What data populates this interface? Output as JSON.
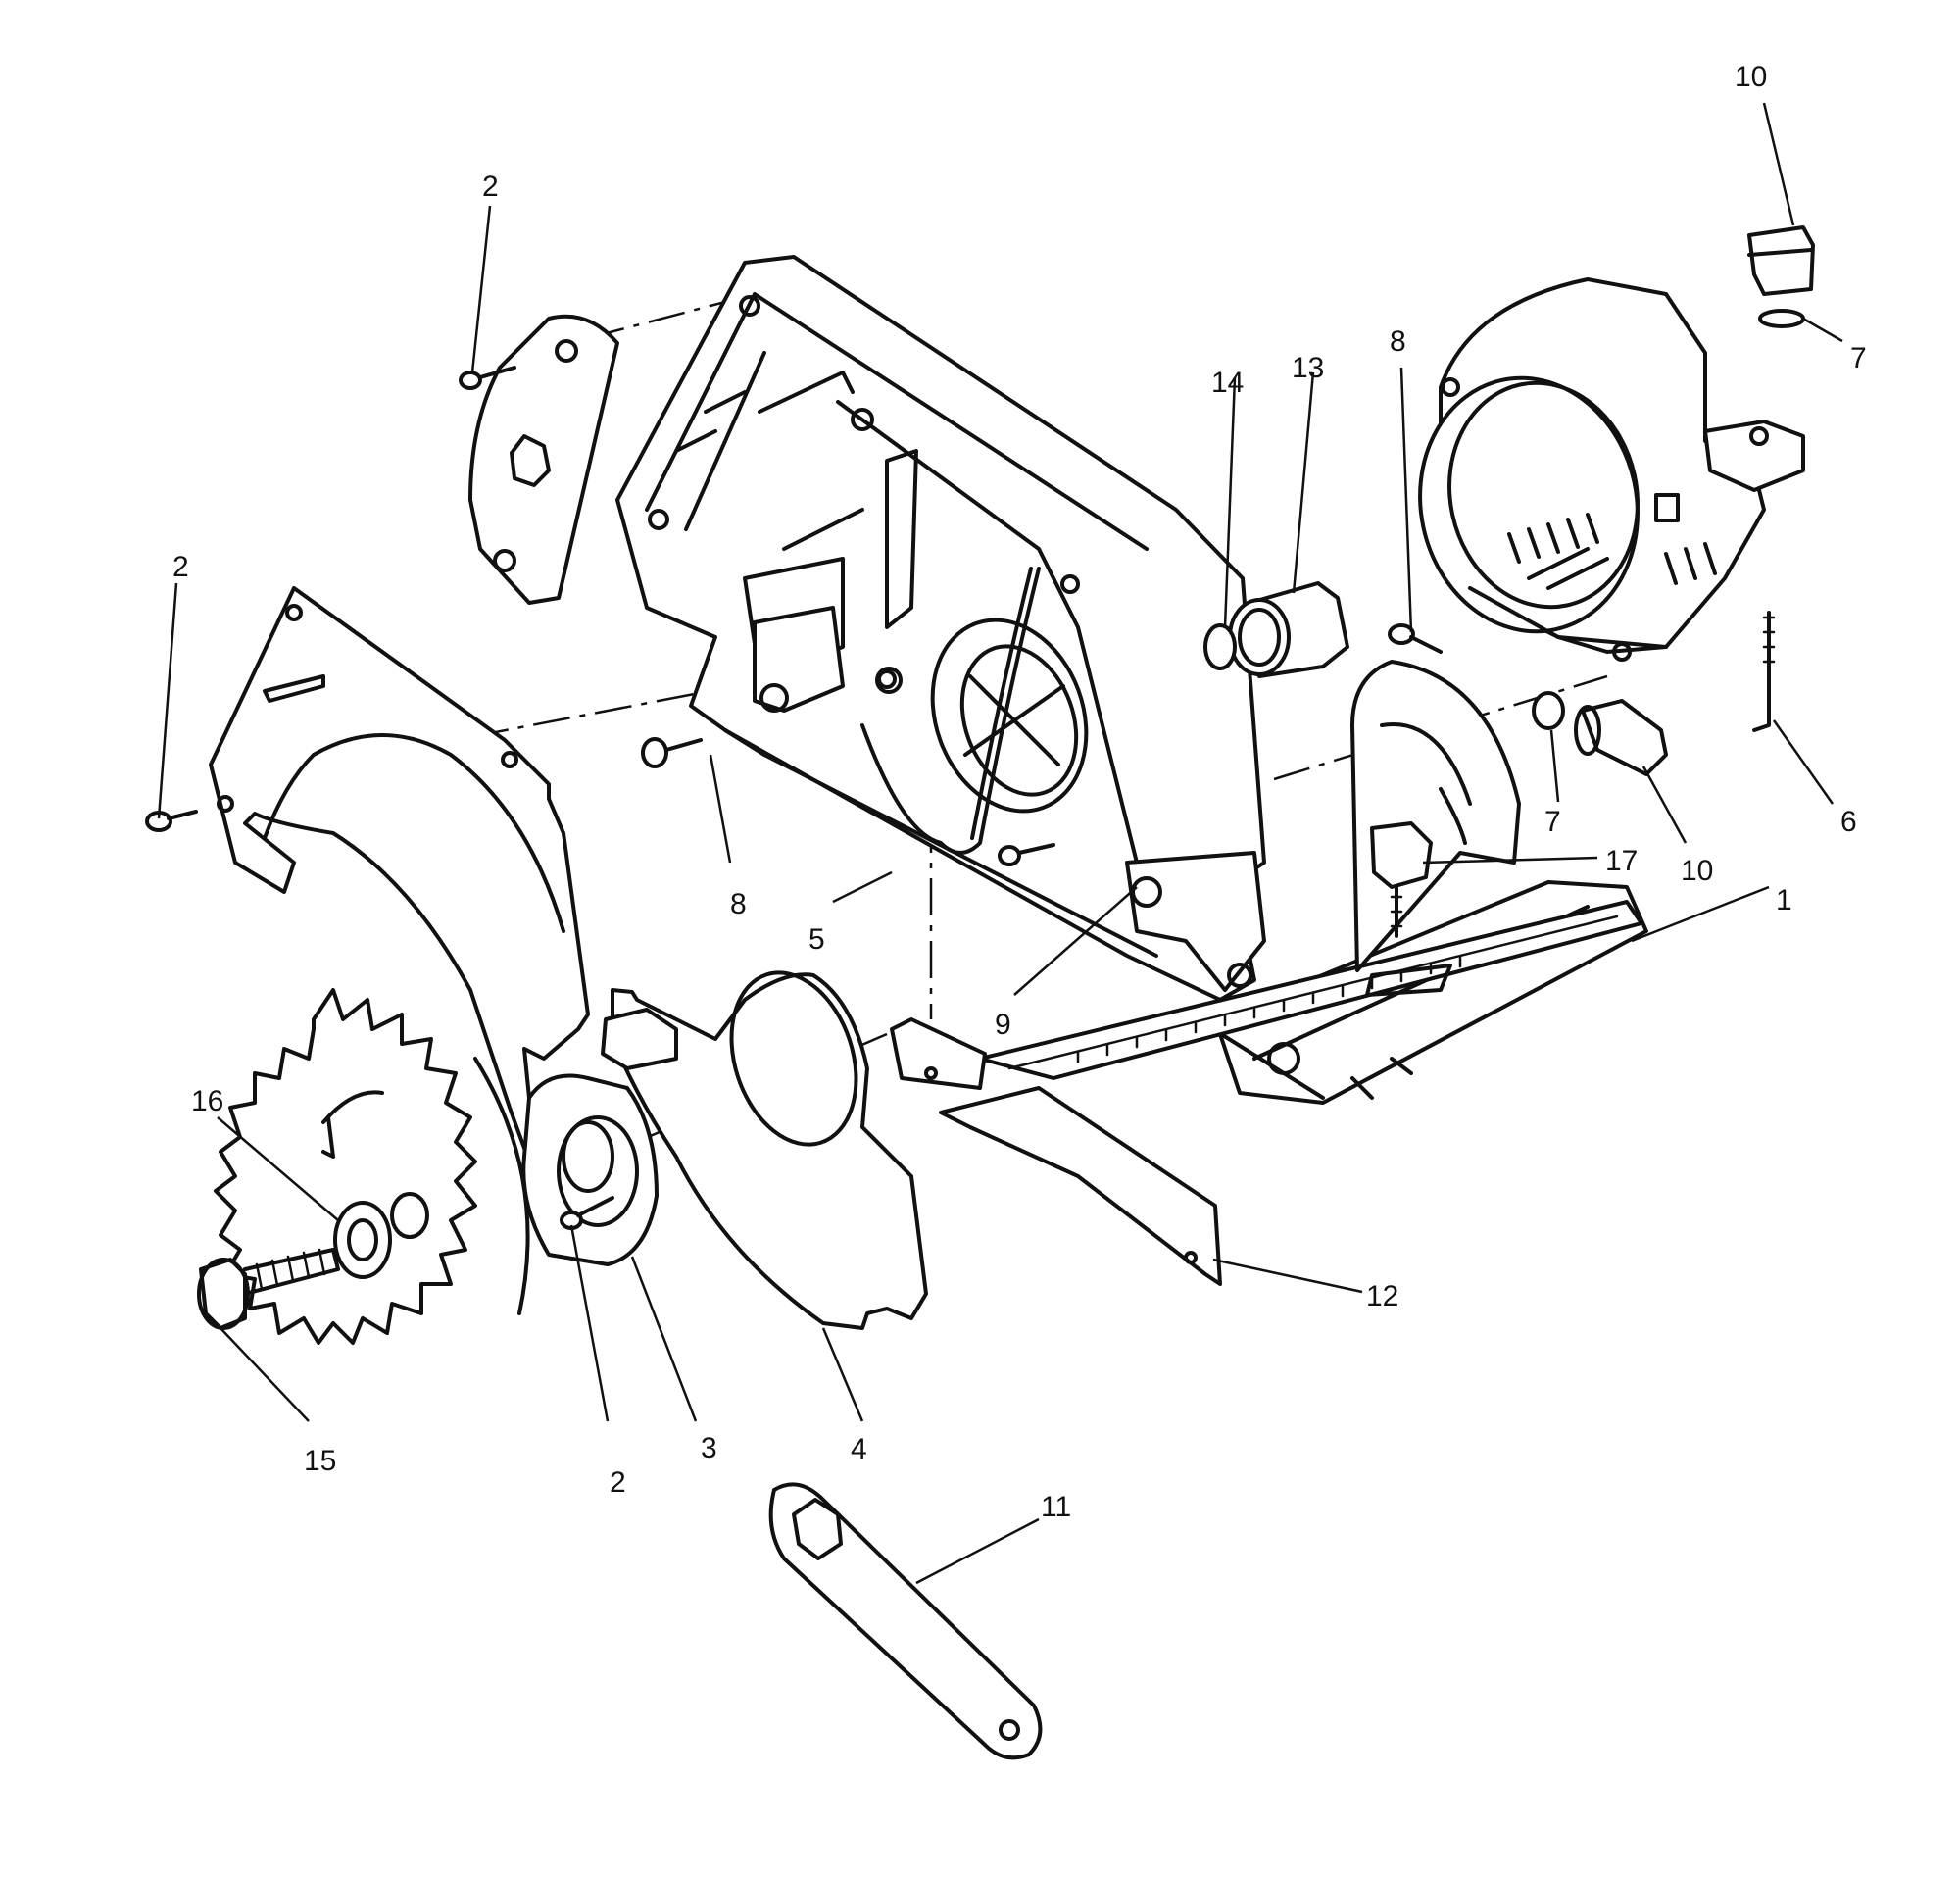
{
  "part_labels": [
    {
      "id": "p1",
      "text": "1"
    },
    {
      "id": "p2a",
      "text": "2"
    },
    {
      "id": "p2b",
      "text": "2"
    },
    {
      "id": "p2c",
      "text": "2"
    },
    {
      "id": "p3",
      "text": "3"
    },
    {
      "id": "p4",
      "text": "4"
    },
    {
      "id": "p5",
      "text": "5"
    },
    {
      "id": "p6",
      "text": "6"
    },
    {
      "id": "p7a",
      "text": "7"
    },
    {
      "id": "p7b",
      "text": "7"
    },
    {
      "id": "p8a",
      "text": "8"
    },
    {
      "id": "p8b",
      "text": "8"
    },
    {
      "id": "p9",
      "text": "9"
    },
    {
      "id": "p10a",
      "text": "10"
    },
    {
      "id": "p10b",
      "text": "10"
    },
    {
      "id": "p11",
      "text": "11"
    },
    {
      "id": "p12",
      "text": "12"
    },
    {
      "id": "p13",
      "text": "13"
    },
    {
      "id": "p14",
      "text": "14"
    },
    {
      "id": "p15",
      "text": "15"
    },
    {
      "id": "p16",
      "text": "16"
    },
    {
      "id": "p17",
      "text": "17"
    }
  ]
}
